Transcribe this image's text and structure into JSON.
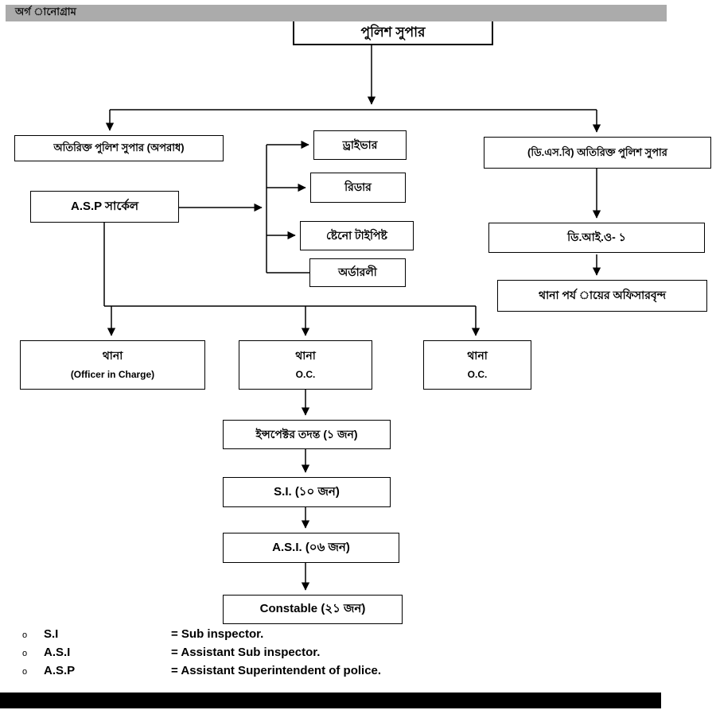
{
  "page": {
    "title": "অর্গ ানোগ্রাম"
  },
  "nodes": {
    "police_super": "পুলিশ সুপার",
    "addl_super_crime": "অতিরিক্ত পুলিশ সুপার (অপরাধ)",
    "asp_circle": "A.S.P সার্কেল",
    "driver": "ড্রাইভার",
    "reader": "রিডার",
    "steno_typist": "ষ্টেনো টাইপিষ্ট",
    "orderly": "অর্ডারলী",
    "dsb_addl_super": "(ডি.এস.বি) অতিরিক্ত পুলিশ সুপার",
    "dio_1": "ডি.আই.ও- ১",
    "thana_level_officers": "থানা পর্য ায়ের অফিসারবৃন্দ",
    "thana_left_title": "থানা",
    "thana_left_sub": "(Officer in Charge)",
    "thana_mid_title": "থানা",
    "thana_mid_sub": "O.C.",
    "thana_right_title": "থানা",
    "thana_right_sub": "O.C.",
    "inspector_investigation": "ইন্সপেক্টর তদন্ত (১ জন)",
    "si": "S.I. (১০ জন)",
    "asi": "A.S.I. (০৬ জন)",
    "constable": "Constable (২১ জন)"
  },
  "legend": [
    {
      "bullet": "o",
      "term": "S.I",
      "definition": "= Sub inspector."
    },
    {
      "bullet": "o",
      "term": "A.S.I",
      "definition": "= Assistant Sub inspector."
    },
    {
      "bullet": "o",
      "term": "A.S.P",
      "definition": "= Assistant Superintendent of police."
    }
  ]
}
